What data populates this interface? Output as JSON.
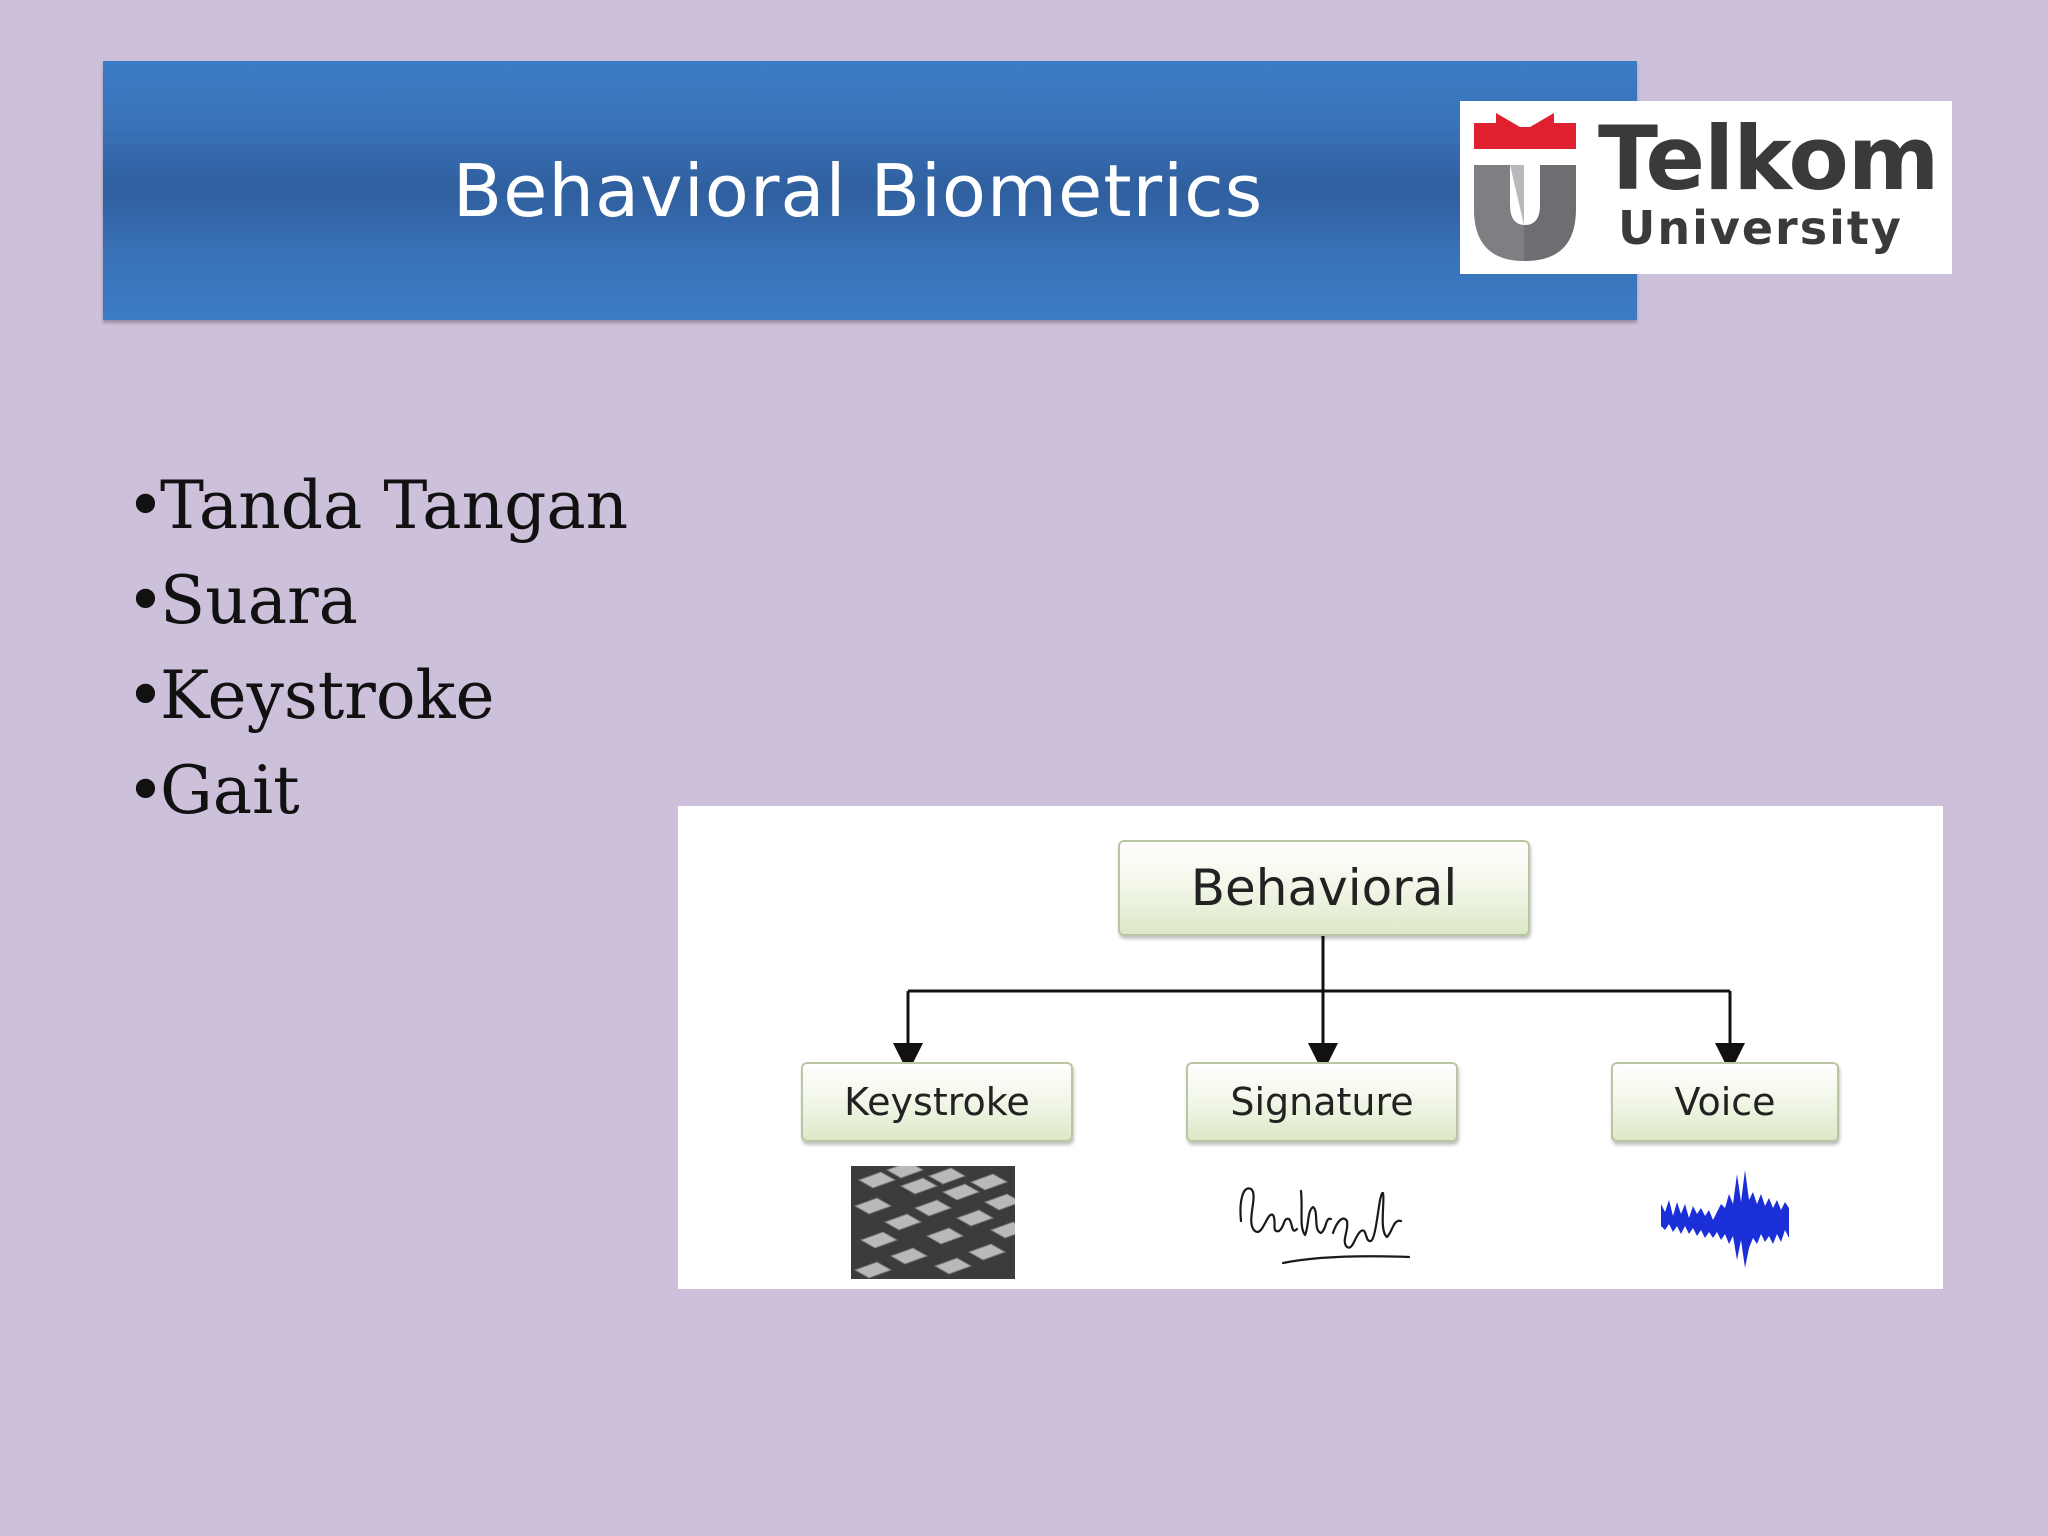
{
  "slide": {
    "title": "Behavioral Biometrics",
    "bullets": [
      {
        "marker": "•",
        "text": "Tanda Tangan"
      },
      {
        "marker": "•",
        "text": "Suara"
      },
      {
        "marker": "•",
        "text": "Keystroke"
      },
      {
        "marker": "•",
        "text": "Gait"
      }
    ]
  },
  "logo": {
    "name": "Telkom",
    "subtitle": "University",
    "icon": "telkom-university-emblem",
    "colors": {
      "red": "#e0202e",
      "gray": "#6d6e71",
      "text": "#3a3a3a"
    }
  },
  "diagram": {
    "root": "Behavioral",
    "children": [
      {
        "label": "Keystroke",
        "icon": "keyboard-keys-photo"
      },
      {
        "label": "Signature",
        "icon": "handwritten-signature"
      },
      {
        "label": "Voice",
        "icon": "voice-waveform"
      }
    ]
  },
  "colors": {
    "background": "#cdc0da",
    "title_bar": "#3a72b8",
    "title_text": "#ffffff",
    "waveform": "#1a2fd8"
  }
}
